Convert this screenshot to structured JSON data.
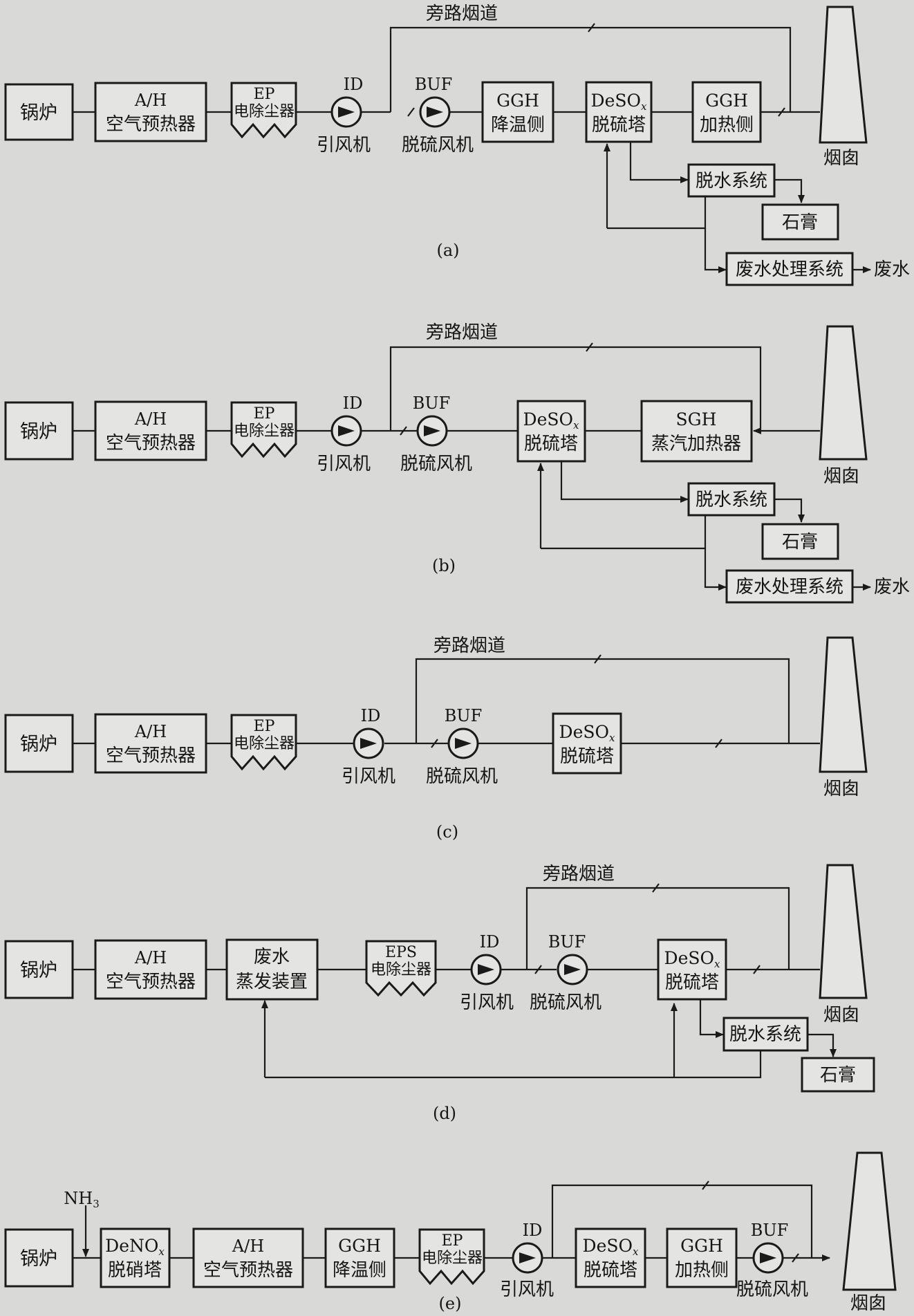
{
  "diagrams": [
    {
      "caption": "(a)",
      "bypass_label": "旁路烟道",
      "boxes": {
        "boiler": "锅炉",
        "ah": [
          "A/H",
          "空气预热器"
        ],
        "ep": [
          "EP",
          "电除尘器"
        ],
        "ggh_cool": [
          "GGH",
          "降温侧"
        ],
        "deso": [
          "DeSOx",
          "脱硫塔"
        ],
        "ggh_heat": [
          "GGH",
          "加热侧"
        ],
        "dewater": "脱水系统",
        "gypsum": "石膏",
        "wwt": "废水处理系统"
      },
      "fans": {
        "id": [
          "ID",
          "引风机"
        ],
        "buf": [
          "BUF",
          "脱硫风机"
        ]
      },
      "stack_label": "烟囱",
      "output_label": "废水"
    },
    {
      "caption": "(b)",
      "bypass_label": "旁路烟道",
      "boxes": {
        "boiler": "锅炉",
        "ah": [
          "A/H",
          "空气预热器"
        ],
        "ep": [
          "EP",
          "电除尘器"
        ],
        "deso": [
          "DeSOx",
          "脱硫塔"
        ],
        "sgh": [
          "SGH",
          "蒸汽加热器"
        ],
        "dewater": "脱水系统",
        "gypsum": "石膏",
        "wwt": "废水处理系统"
      },
      "fans": {
        "id": [
          "ID",
          "引风机"
        ],
        "buf": [
          "BUF",
          "脱硫风机"
        ]
      },
      "stack_label": "烟囱",
      "output_label": "废水"
    },
    {
      "caption": "(c)",
      "bypass_label": "旁路烟道",
      "boxes": {
        "boiler": "锅炉",
        "ah": [
          "A/H",
          "空气预热器"
        ],
        "ep": [
          "EP",
          "电除尘器"
        ],
        "deso": [
          "DeSOx",
          "脱硫塔"
        ]
      },
      "fans": {
        "id": [
          "ID",
          "引风机"
        ],
        "buf": [
          "BUF",
          "脱硫风机"
        ]
      },
      "stack_label": "烟囱"
    },
    {
      "caption": "(d)",
      "bypass_label": "旁路烟道",
      "boxes": {
        "boiler": "锅炉",
        "ah": [
          "A/H",
          "空气预热器"
        ],
        "evap": [
          "废水",
          "蒸发装置"
        ],
        "eps": [
          "EPS",
          "电除尘器"
        ],
        "deso": [
          "DeSOx",
          "脱硫塔"
        ],
        "dewater": "脱水系统",
        "gypsum": "石膏"
      },
      "fans": {
        "id": [
          "ID",
          "引风机"
        ],
        "buf": [
          "BUF",
          "脱硫风机"
        ]
      },
      "stack_label": "烟囱"
    },
    {
      "caption": "(e)",
      "nh3_label": "NH3",
      "boxes": {
        "boiler": "锅炉",
        "deno": [
          "DeNOx",
          "脱硝塔"
        ],
        "ah": [
          "A/H",
          "空气预热器"
        ],
        "ggh_cool": [
          "GGH",
          "降温侧"
        ],
        "ep": [
          "EP",
          "电除尘器"
        ],
        "deso": [
          "DeSOx",
          "脱硫塔"
        ],
        "ggh_heat": [
          "GGH",
          "加热侧"
        ]
      },
      "fans": {
        "id": [
          "ID",
          "引风机"
        ],
        "buf": [
          "BUF",
          "脱硫风机"
        ]
      },
      "stack_label": "烟囱"
    }
  ]
}
